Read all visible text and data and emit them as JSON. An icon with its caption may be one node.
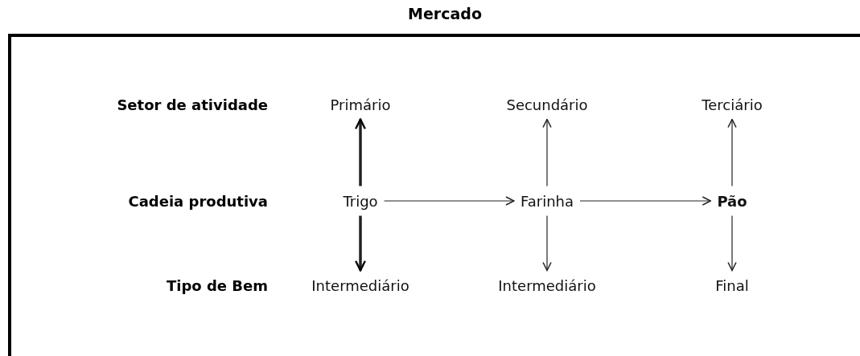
{
  "diagram": {
    "nodes": [
      {
        "text": [
          "Mercado"
        ]
      },
      {
        "text": [
          "Primário"
        ],
        "in": 0
      },
      {
        "text": [
          "Secundário"
        ],
        "in": 0
      },
      {
        "text": [
          "Terciário"
        ],
        "in": 0
      },
      {
        "text": [
          "Trigo"
        ],
        "in": 0
      },
      {
        "text": [
          "Farinha"
        ],
        "in": 0
      },
      {
        "text": [
          "**Pão**"
        ],
        "in": 0
      },
      {
        "text": [
          "Intermediário"
        ],
        "in": 0
      },
      {
        "text": [
          "Intermediário"
        ],
        "in": 0
      },
      {
        "text": [
          "Final"
        ],
        "in": 0
      }
    ],
    "edges": [
      {
        "from": 4,
        "to": 1,
        "arrow": "to",
        "style": "thick"
      },
      {
        "from": 5,
        "to": 2,
        "arrow": "to"
      },
      {
        "from": 6,
        "to": 3,
        "arrow": "to"
      },
      {
        "from": 4,
        "to": 5,
        "arrow": "to"
      },
      {
        "from": 5,
        "to": 6,
        "arrow": "to"
      },
      {
        "from": 4,
        "to": 7,
        "arrow": "to",
        "style": "thick"
      },
      {
        "from": 5,
        "to": 8,
        "arrow": "to"
      },
      {
        "from": 6,
        "to": 9,
        "arrow": "to"
      }
    ],
    "labels": [
      "Setor de atividade",
      "Cadeia produtiva",
      "Tipo de Bem"
    ]
  }
}
